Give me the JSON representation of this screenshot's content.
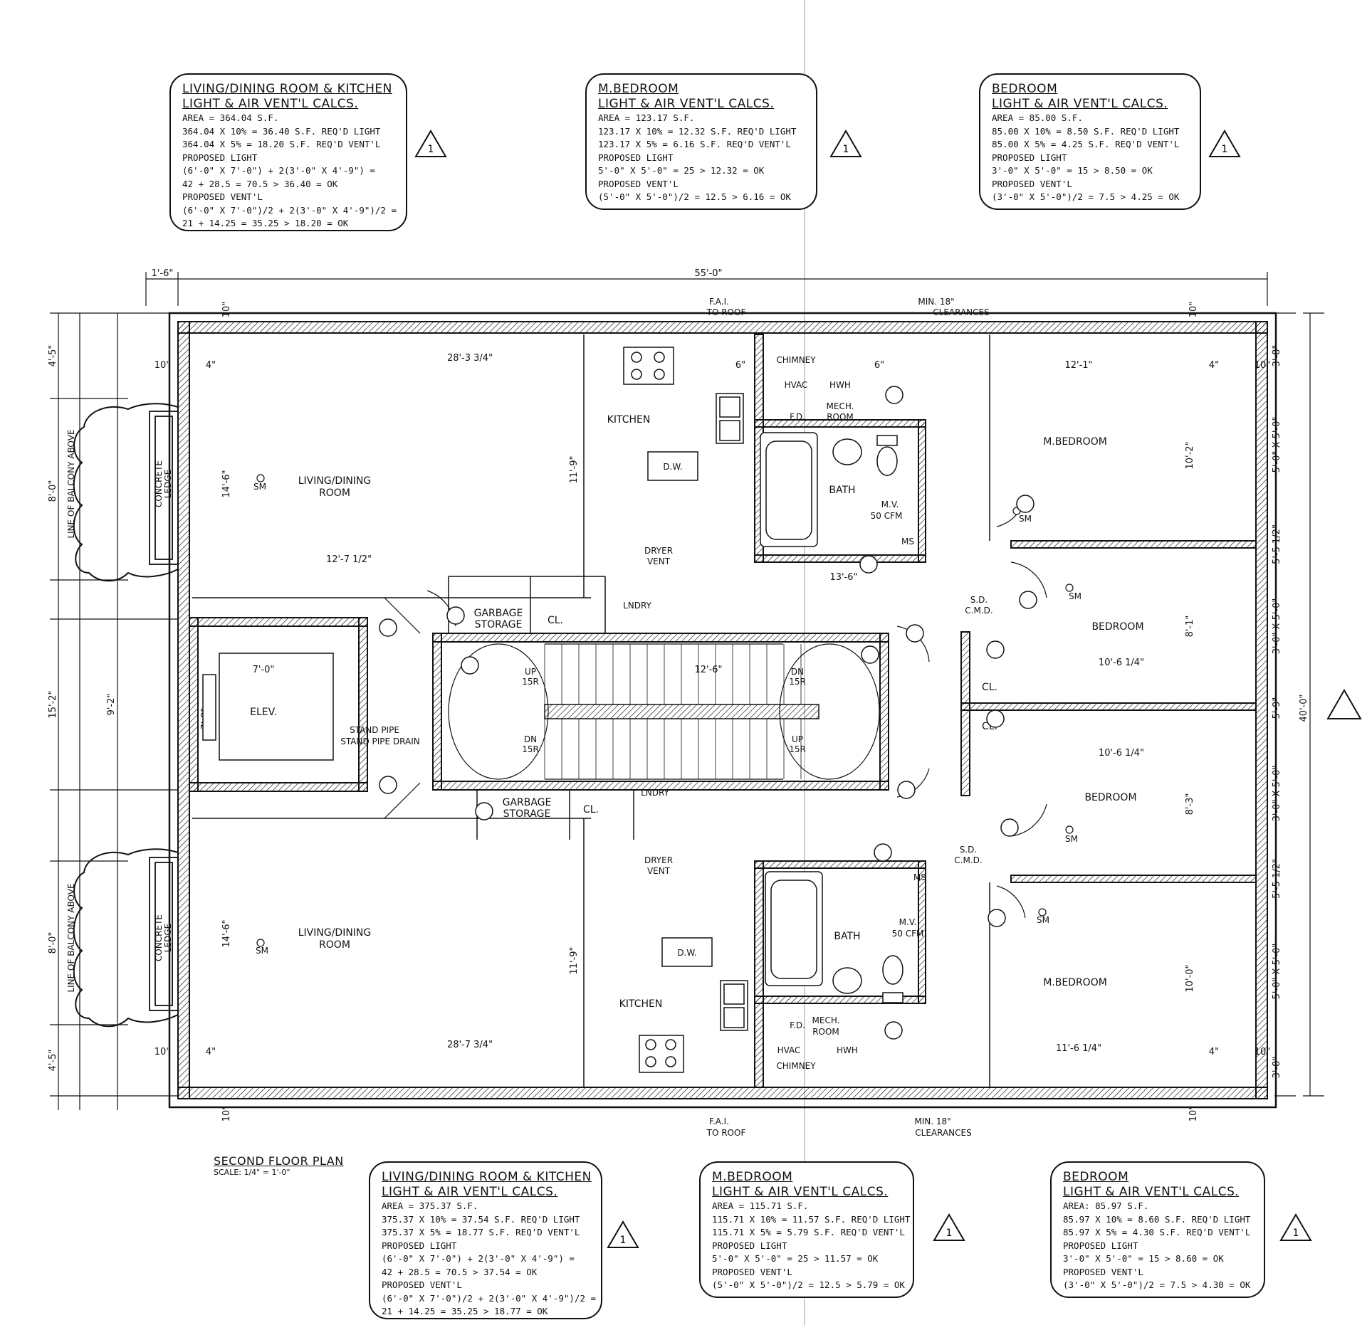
{
  "drawing": {
    "title": "SECOND FLOOR PLAN",
    "scale": "SCALE: 1/4\" = 1'-0\"",
    "revision_tag": "1"
  },
  "calc_notes": [
    {
      "title1": "LIVING/DINING ROOM & KITCHEN",
      "title2": "LIGHT & AIR VENT'L CALCS.",
      "lines": [
        "AREA = 364.04 S.F.",
        "364.04 X 10% = 36.40 S.F. REQ'D LIGHT",
        "364.04 X 5% = 18.20 S.F. REQ'D VENT'L",
        "PROPOSED LIGHT",
        "(6'-0\" X 7'-0\") + 2(3'-0\" X 4'-9\") =",
        "42 + 28.5 = 70.5 > 36.40 = OK",
        "PROPOSED VENT'L",
        "(6'-0\" X 7'-0\")/2 + 2(3'-0\" X 4'-9\")/2 =",
        "21 + 14.25 = 35.25 > 18.20 = OK"
      ]
    },
    {
      "title1": "M.BEDROOM",
      "title2": "LIGHT & AIR VENT'L CALCS.",
      "lines": [
        "AREA = 123.17 S.F.",
        "123.17 X 10% = 12.32 S.F. REQ'D LIGHT",
        "123.17 X 5% = 6.16 S.F. REQ'D VENT'L",
        "PROPOSED LIGHT",
        "5'-0\" X 5'-0\" = 25 > 12.32 = OK",
        "PROPOSED VENT'L",
        "(5'-0\" X 5'-0\")/2 = 12.5 > 6.16 = OK"
      ]
    },
    {
      "title1": "BEDROOM",
      "title2": "LIGHT & AIR VENT'L CALCS.",
      "lines": [
        "AREA = 85.00 S.F.",
        "85.00 X 10% = 8.50 S.F. REQ'D LIGHT",
        "85.00 X 5% = 4.25 S.F. REQ'D VENT'L",
        "PROPOSED LIGHT",
        "3'-0\" X 5'-0\" = 15 > 8.50 = OK",
        "PROPOSED VENT'L",
        "(3'-0\" X 5'-0\")/2 = 7.5 > 4.25 = OK"
      ]
    },
    {
      "title1": "LIVING/DINING ROOM & KITCHEN",
      "title2": "LIGHT & AIR VENT'L CALCS.",
      "lines": [
        "AREA = 375.37 S.F.",
        "375.37 X 10% = 37.54 S.F. REQ'D LIGHT",
        "375.37 X 5% = 18.77 S.F. REQ'D VENT'L",
        "PROPOSED LIGHT",
        "(6'-0\" X 7'-0\") + 2(3'-0\" X 4'-9\") =",
        "42 + 28.5 = 70.5 > 37.54 = OK",
        "PROPOSED VENT'L",
        "(6'-0\" X 7'-0\")/2 + 2(3'-0\" X 4'-9\")/2 =",
        "21 + 14.25 = 35.25 > 18.77 = OK"
      ]
    },
    {
      "title1": "M.BEDROOM",
      "title2": "LIGHT & AIR VENT'L CALCS.",
      "lines": [
        "AREA = 115.71 S.F.",
        "115.71 X 10% = 11.57 S.F. REQ'D LIGHT",
        "115.71 X 5% = 5.79 S.F. REQ'D VENT'L",
        "PROPOSED LIGHT",
        "5'-0\" X 5'-0\" = 25 > 11.57 = OK",
        "PROPOSED VENT'L",
        "(5'-0\" X 5'-0\")/2 = 12.5 > 5.79 = OK"
      ]
    },
    {
      "title1": "BEDROOM",
      "title2": "LIGHT & AIR VENT'L CALCS.",
      "lines": [
        "AREA: 85.97 S.F.",
        "85.97 X 10% = 8.60 S.F. REQ'D LIGHT",
        "85.97 X 5% = 4.30 S.F. REQ'D VENT'L",
        "PROPOSED LIGHT",
        "3'-0\" X 5'-0\" = 15 > 8.60 = OK",
        "PROPOSED VENT'L",
        "(3'-0\" X 5'-0\")/2 = 7.5 > 4.30 = OK"
      ]
    }
  ],
  "rooms": {
    "living_top": "LIVING/DINING",
    "living_top2": "ROOM",
    "living_bot": "LIVING/DINING",
    "living_bot2": "ROOM",
    "kitchen_top": "KITCHEN",
    "kitchen_bot": "KITCHEN",
    "mbed_top": "M.BEDROOM",
    "mbed_bot": "M.BEDROOM",
    "bed_top": "BEDROOM",
    "bed_bot": "BEDROOM",
    "elev": "ELEV.",
    "garbage1": "GARBAGE",
    "garbage2": "STORAGE",
    "cl": "CL.",
    "chimney": "CHIMNEY",
    "hvac": "HVAC",
    "hwh": "HWH",
    "mech1": "MECH.",
    "mech2": "ROOM",
    "fd": "F.D.",
    "bath": "BATH",
    "mv": "M.V.",
    "cfm": "50 CFM",
    "ms": "MS",
    "concrete1": "CONCRETE",
    "concrete2": "LEDGE",
    "balcony": "LINE OF BALCONY ABOVE",
    "stand1": "STAND PIPE",
    "stand2": "STAND PIPE DRAIN",
    "up": "UP",
    "dn": "DN",
    "r15": "15R",
    "dryer1": "DRYER",
    "dryer2": "VENT",
    "fai1": "F.A.I.",
    "fai2": "TO ROOF",
    "min1": "MIN. 18\"",
    "min2": "CLEARANCES",
    "sd1": "S.D.",
    "sd2": "C.M.D.",
    "sm": "SM",
    "dw": "D.W.",
    "lndry": "LNDRY"
  },
  "dimensions": {
    "overall_w": "55'-0\"",
    "overall_h": "40'-0\"",
    "offset": "1'-6\"",
    "liv_w_top": "28'-3 3/4\"",
    "liv_w_bot": "28'-7 3/4\"",
    "liv_h_top": "14'-6\"",
    "liv_h_bot": "14'-6\"",
    "kit_h": "11'-9\"",
    "mbed_w_top": "12'-1\"",
    "mbed_w_bot": "11'-6 1/4\"",
    "bed_w": "10'-6 1/4\"",
    "mbed_h": "10'-2\"",
    "mbed_h_bot": "10'-0\"",
    "bed_h1": "8'-1\"",
    "bed_h2": "8'-3\"",
    "left_a": "4'-5\"",
    "left_b": "8'-0\"",
    "left_c": "15'-2\"",
    "left_d": "9'-2\"",
    "elev_w": "7'-0\"",
    "elev_h": "7'-8\"",
    "corr1": "12'-6\"",
    "corr2": "13'-6\"",
    "corr3": "12'-7 1/2\"",
    "d_10": "10\"",
    "d_4": "4\"",
    "d_6": "6\"",
    "win_5x5": "5'-0\" X 5'-0\"",
    "win_3x5": "3'-0\" X 5'-0\"",
    "d_5512": "5'-5 1/2\"",
    "d_59": "5'-9\"",
    "d_38": "3'-8\""
  }
}
